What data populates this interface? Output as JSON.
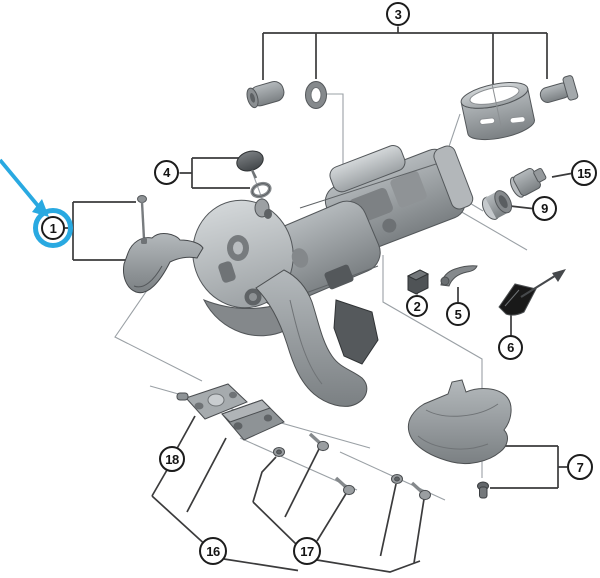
{
  "diagram": {
    "kind": "exploded-parts-diagram",
    "colors": {
      "highlight": "#29a9e1",
      "leader_line": "#3b3b3c",
      "assembly_line": "#9aa0a5",
      "part_outline": "#53575a"
    },
    "icons": {
      "highlight_arrow": "arrow-icon",
      "highlight_ring": "circle-highlight"
    },
    "callouts": {
      "c1": {
        "label": "1",
        "highlighted": true
      },
      "c2": {
        "label": "2",
        "highlighted": false
      },
      "c3": {
        "label": "3",
        "highlighted": false
      },
      "c4": {
        "label": "4",
        "highlighted": false
      },
      "c5": {
        "label": "5",
        "highlighted": false
      },
      "c6": {
        "label": "6",
        "highlighted": false
      },
      "c7": {
        "label": "7",
        "highlighted": false
      },
      "c9": {
        "label": "9",
        "highlighted": false
      },
      "c15": {
        "label": "15",
        "highlighted": false
      },
      "c16": {
        "label": "16",
        "highlighted": false
      },
      "c17": {
        "label": "17",
        "highlighted": false
      },
      "c18": {
        "label": "18",
        "highlighted": false
      }
    }
  }
}
